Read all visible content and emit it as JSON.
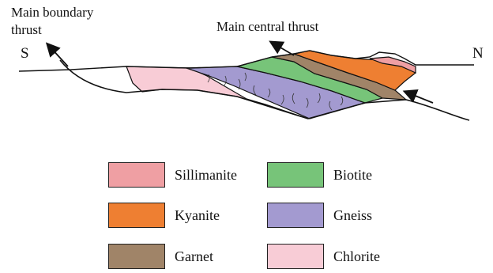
{
  "labels": {
    "main_boundary_thrust_1": "Main boundary",
    "main_boundary_thrust_2": "thrust",
    "main_central_thrust": "Main central thrust",
    "south": "S",
    "north": "N"
  },
  "colors": {
    "sillimanite": "#ef9fa3",
    "kyanite": "#ee7f32",
    "garnet": "#a08468",
    "biotite": "#77c479",
    "gneiss": "#a39ad0",
    "chlorite": "#f8ccd6",
    "line": "#111111"
  },
  "legend": [
    {
      "key": "sillimanite",
      "label": "Sillimanite"
    },
    {
      "key": "biotite",
      "label": "Biotite"
    },
    {
      "key": "kyanite",
      "label": "Kyanite"
    },
    {
      "key": "gneiss",
      "label": "Gneiss"
    },
    {
      "key": "garnet",
      "label": "Garnet"
    },
    {
      "key": "chlorite",
      "label": "Chlorite"
    }
  ]
}
